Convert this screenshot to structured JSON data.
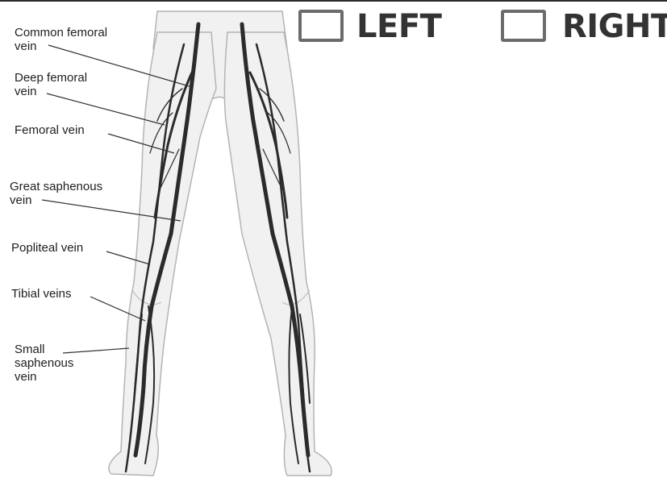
{
  "labels": [
    {
      "id": "common-femoral-vein",
      "lines": [
        "Common femoral",
        "vein"
      ]
    },
    {
      "id": "deep-femoral-vein",
      "lines": [
        "Deep femoral",
        "vein"
      ]
    },
    {
      "id": "femoral-vein",
      "lines": [
        "Femoral vein"
      ]
    },
    {
      "id": "great-saphenous-vein",
      "lines": [
        "Great saphenous",
        "vein"
      ]
    },
    {
      "id": "popliteal-vein",
      "lines": [
        "Popliteal vein"
      ]
    },
    {
      "id": "tibial-veins",
      "lines": [
        "Tibial veins"
      ]
    },
    {
      "id": "small-saphenous-vein",
      "lines": [
        "Small",
        "saphenous",
        "vein"
      ]
    }
  ],
  "options": {
    "left": "LEFT",
    "right": "RIGHT"
  },
  "colors": {
    "vein": "#2b2b2b",
    "skin": "#f1f1f1",
    "outline": "#b4b4b4",
    "checkbox_border": "#6b6b6b",
    "option_text": "#333333"
  }
}
